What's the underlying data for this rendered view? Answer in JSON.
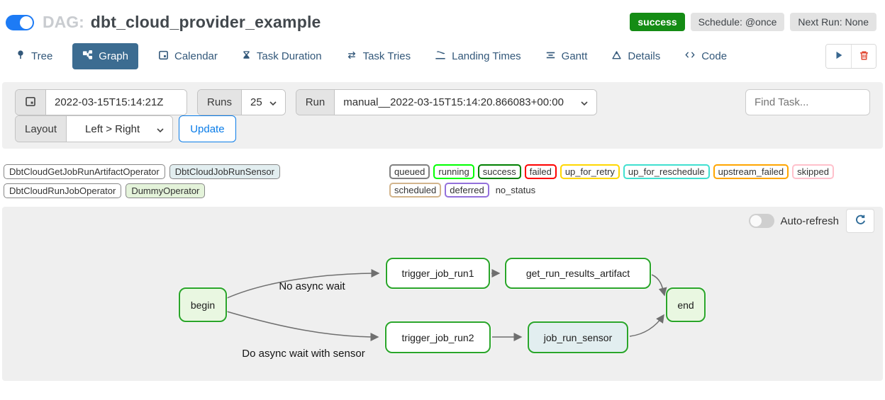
{
  "header": {
    "dag_prefix": "DAG:",
    "dag_name": "dbt_cloud_provider_example",
    "status_badge": "success",
    "schedule_badge": "Schedule: @once",
    "next_run_badge": "Next Run: None"
  },
  "tabs": [
    {
      "label": "Tree",
      "icon": "tree-icon",
      "active": false
    },
    {
      "label": "Graph",
      "icon": "graph-icon",
      "active": true
    },
    {
      "label": "Calendar",
      "icon": "calendar-icon",
      "active": false
    },
    {
      "label": "Task Duration",
      "icon": "hourglass-icon",
      "active": false
    },
    {
      "label": "Task Tries",
      "icon": "repeat-icon",
      "active": false
    },
    {
      "label": "Landing Times",
      "icon": "plane-landing-icon",
      "active": false
    },
    {
      "label": "Gantt",
      "icon": "gantt-bars-icon",
      "active": false
    },
    {
      "label": "Details",
      "icon": "triangle-icon",
      "active": false
    },
    {
      "label": "Code",
      "icon": "code-icon",
      "active": false
    }
  ],
  "filters": {
    "base_date": "2022-03-15T15:14:21Z",
    "runs_label": "Runs",
    "runs_value": "25",
    "run_label": "Run",
    "run_value": "manual__2022-03-15T15:14:20.866083+00:00",
    "find_task_placeholder": "Find Task...",
    "layout_label": "Layout",
    "layout_value": "Left > Right",
    "update_label": "Update"
  },
  "legend": {
    "operators": [
      {
        "name": "DbtCloudGetJobRunArtifactOperator",
        "fill": "#ffffff"
      },
      {
        "name": "DbtCloudJobRunSensor",
        "fill": "#e2eef0"
      },
      {
        "name": "DbtCloudRunJobOperator",
        "fill": "#ffffff"
      },
      {
        "name": "DummyOperator",
        "fill": "#e4f3da"
      }
    ],
    "statuses": [
      {
        "name": "queued",
        "color": "#808080"
      },
      {
        "name": "running",
        "color": "#00ff00"
      },
      {
        "name": "success",
        "color": "#008000"
      },
      {
        "name": "failed",
        "color": "#ff0000"
      },
      {
        "name": "up_for_retry",
        "color": "#ffd700"
      },
      {
        "name": "up_for_reschedule",
        "color": "#40e0d0"
      },
      {
        "name": "upstream_failed",
        "color": "#ffa500"
      },
      {
        "name": "skipped",
        "color": "#ffc0cb"
      },
      {
        "name": "scheduled",
        "color": "#d2b48c"
      },
      {
        "name": "deferred",
        "color": "#9370db"
      },
      {
        "name": "no_status",
        "color": "transparent"
      }
    ]
  },
  "graph": {
    "auto_refresh_label": "Auto-refresh",
    "node_border_color": "#2aa52a",
    "nodes": [
      {
        "id": "begin",
        "label": "begin",
        "fill": "#e9f7e1"
      },
      {
        "id": "trigger_job_run1",
        "label": "trigger_job_run1",
        "fill": "#ffffff"
      },
      {
        "id": "get_run_results_artifact",
        "label": "get_run_results_artifact",
        "fill": "#ffffff"
      },
      {
        "id": "end",
        "label": "end",
        "fill": "#e9f7e1"
      },
      {
        "id": "trigger_job_run2",
        "label": "trigger_job_run2",
        "fill": "#ffffff"
      },
      {
        "id": "job_run_sensor",
        "label": "job_run_sensor",
        "fill": "#e2eef0"
      }
    ],
    "edge_labels": [
      "No async wait",
      "Do async wait with sensor"
    ]
  },
  "colors": {
    "accent_blue": "#0a7ce8",
    "toggle_on_blue": "#1d7bf5",
    "active_tab_bg": "#3c6c91",
    "success_green": "#148c14",
    "trash_red": "#e0442e",
    "panel_gray": "#f0f0f0",
    "graph_bg": "#efefef"
  }
}
